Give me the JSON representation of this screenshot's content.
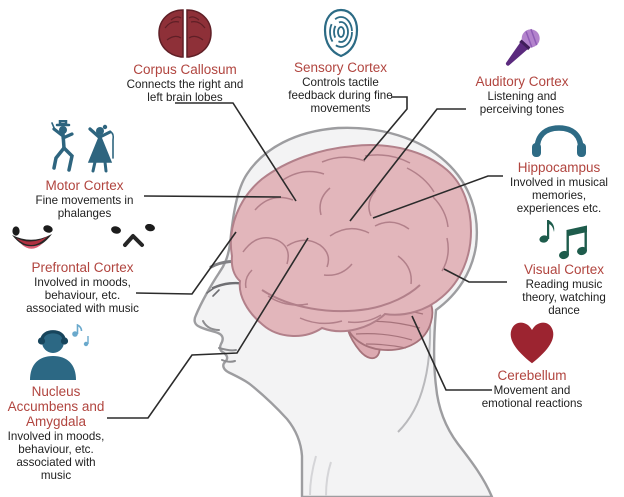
{
  "figure": {
    "subject": "Human head profile with brain regions involved in music, connected by label lines"
  },
  "colors": {
    "heading_red": "#b1453f",
    "body_text": "#212121",
    "connector_line": "#2b2b2b",
    "teal_icon": "#2e6b85",
    "dark_teal_icon": "#17455c",
    "light_blue_note": "#6aa9cc",
    "dark_red_icon": "#8e3038",
    "heart_red": "#9c2430",
    "mic_purple_dark": "#5b2a7e",
    "mic_purple_light": "#b383cc",
    "notes_green": "#1e5c4c",
    "brain_fill": "#e2b6bb",
    "brain_outline": "#b2808a",
    "cerebellum_fill": "#dcaab1",
    "head_fill": "#f3f3f4",
    "head_outline": "#9d9da0"
  },
  "labels": {
    "corpus_callosum": {
      "title": "Corpus Callosum",
      "desc": "Connects the right and left brain lobes",
      "icon": "brain-top-icon"
    },
    "sensory_cortex": {
      "title": "Sensory Cortex",
      "desc": "Controls tactile feedback during fine movements",
      "icon": "fingerprint-icon"
    },
    "auditory_cortex": {
      "title": "Auditory Cortex",
      "desc": "Listening and perceiving tones",
      "icon": "microphone-icon"
    },
    "motor_cortex": {
      "title": "Motor Cortex",
      "desc": "Fine movements in phalanges",
      "icon": "dancing-couple-icon"
    },
    "hippocampus": {
      "title": "Hippocampus",
      "desc": "Involved in musical memories, experiences etc.",
      "icon": "headphones-icon"
    },
    "prefrontal_cortex": {
      "title": "Prefrontal Cortex",
      "desc": "Involved in moods, behaviour, etc. associated with music",
      "icon": "emoji-faces-icon"
    },
    "visual_cortex": {
      "title": "Visual Cortex",
      "desc": "Reading music theory, watching dance",
      "icon": "music-notes-icon"
    },
    "nucleus_accumbens": {
      "title": "Nucleus Accumbens and Amygdala",
      "desc": "Involved in moods, behaviour, etc. associated with music",
      "icon": "listener-icon"
    },
    "cerebellum": {
      "title": "Cerebellum",
      "desc": "Movement and emotional reactions",
      "icon": "heart-icon"
    }
  }
}
